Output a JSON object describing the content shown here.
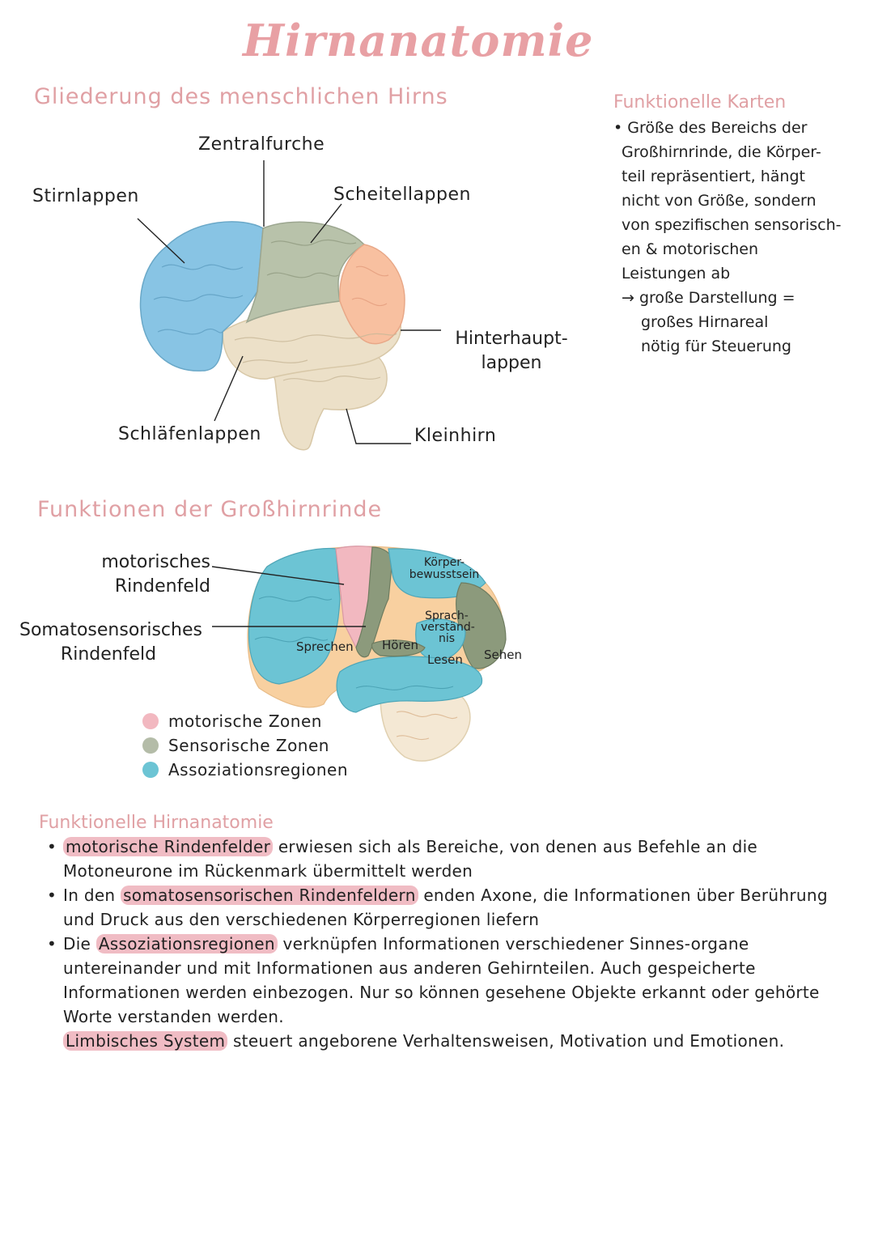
{
  "title": "Hirnanatomie",
  "section1": {
    "heading": "Gliederung des menschlichen Hirns",
    "labels": {
      "zentralfurche": "Zentralfurche",
      "stirnlappen": "Stirnlappen",
      "scheitellappen": "Scheitellappen",
      "hinterhauptlappen_line1": "Hinterhaupt-",
      "hinterhauptlappen_line2": "lappen",
      "schlaefenlappen": "Schläfenlappen",
      "kleinhirn": "Kleinhirn"
    }
  },
  "sidebox": {
    "heading": "Funktionelle Karten",
    "bullet_lines": [
      "Größe des Bereichs der",
      "Großhirnrinde, die Körper-",
      "teil repräsentiert, hängt",
      "nicht von Größe, sondern",
      "von spezifischen sensorisch-",
      "en & motorischen",
      "Leistungen ab"
    ],
    "arrow_lines": [
      "→ große Darstellung =",
      "großes Hirnareal",
      "nötig für Steuerung"
    ]
  },
  "section2": {
    "heading": "Funktionen der Großhirnrinde",
    "labels": {
      "motorisch_line1": "motorisches",
      "motorisch_line2": "Rindenfeld",
      "somato_line1": "Somatosensorisches",
      "somato_line2": "Rindenfeld",
      "koerper_line1": "Körper-",
      "koerper_line2": "bewusstsein",
      "sprach_line1": "Sprach-",
      "sprach_line2": "verständ-",
      "sprach_line3": "nis",
      "sprechen": "Sprechen",
      "hoeren": "Hören",
      "lesen": "Lesen",
      "sehen": "Sehen"
    },
    "legend": [
      {
        "label": "motorische Zonen",
        "color": "#f2b8c0"
      },
      {
        "label": "Sensorische Zonen",
        "color": "#b4bca8"
      },
      {
        "label": "Assoziationsregionen",
        "color": "#6cc4d4"
      }
    ]
  },
  "section3": {
    "heading": "Funktionelle Hirnanatomie",
    "b1_hl": "motorische Rindenfelder",
    "b1_rest": " erwiesen sich als Bereiche, von denen aus Befehle an die Motoneurone im Rückenmark übermittelt werden",
    "b2_pre": "In den ",
    "b2_hl": "somatosensorischen Rindenfeldern",
    "b2_rest": " enden Axone, die Informationen über Berührung und Druck aus den verschiedenen Körperregionen liefern",
    "b3_pre": "Die ",
    "b3_hl": "Assoziationsregionen",
    "b3_rest": " verknüpfen Informationen verschiedener Sinnes-organe untereinander und mit Informationen aus anderen Gehirnteilen. Auch gespeicherte Informationen werden einbezogen. Nur so können gesehene Objekte erkannt oder gehörte Worte verstanden werden.",
    "p_hl": "Limbisches System",
    "p_rest": " steuert angeborene Verhaltensweisen, Motivation und Emotionen."
  },
  "colors": {
    "frontal": "#88c4e4",
    "parietal": "#b8c2aa",
    "occipital": "#f8c0a0",
    "temporal": "#ece0c8",
    "cerebellum": "#ece0c8",
    "motor": "#f2b8c0",
    "sensory": "#b4bca8",
    "association": "#6cc4d4",
    "orange": "#f8d0a0",
    "accent": "#e0a0a4"
  }
}
